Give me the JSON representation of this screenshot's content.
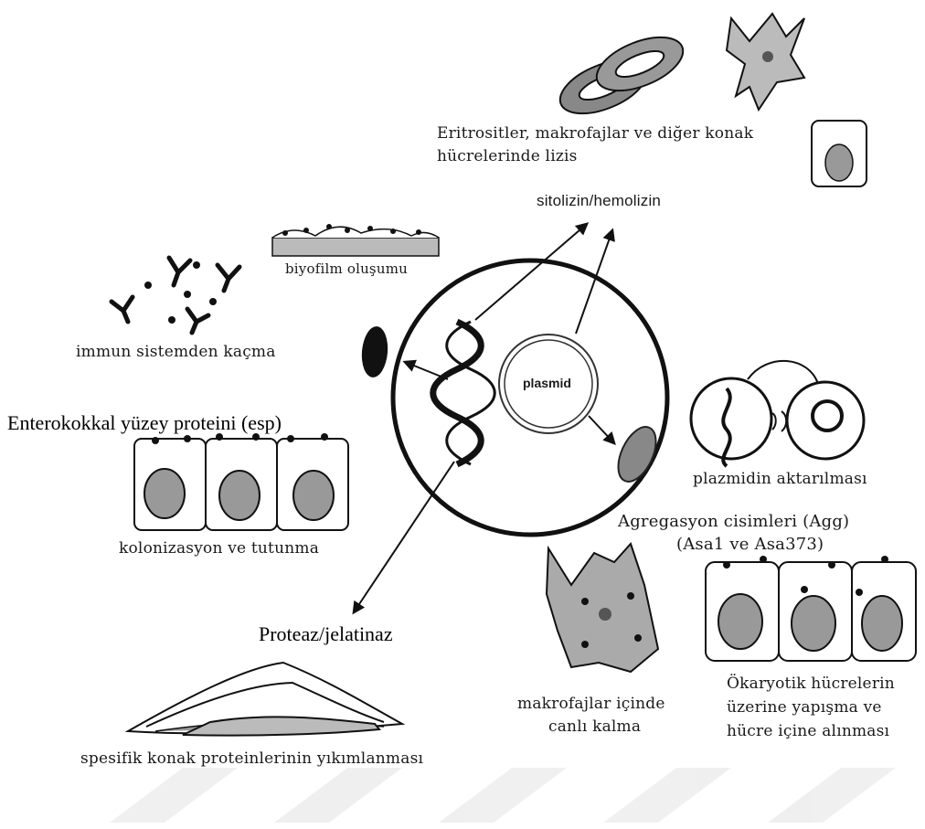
{
  "diagram": {
    "center": {
      "plasmid_label": "plasmid"
    },
    "labels": {
      "lysis_line1": "Eritrositler, makrofajlar ve diğer konak",
      "lysis_line2": "hücrelerinde lizis",
      "cytolysin": "sitolizin/hemolizin",
      "biofilm": "biyofilm oluşumu",
      "immune": "immun sistemden kaçma",
      "esp": "Enterokokkal yüzey proteini (esp)",
      "colonization": "kolonizasyon ve tutunma",
      "plasmid_transfer": "plazmidin aktarılması",
      "agg_line1": "Agregasyon cisimleri (Agg)",
      "agg_line2": "(Asa1 ve Asa373)",
      "protease": "Proteaz/jelatinaz",
      "degradation": "spesifik konak proteinlerinin yıkımlanması",
      "macro_line1": "makrofajlar içinde",
      "macro_line2": "canlı kalma",
      "euk_line1": "Ökaryotik hücrelerin",
      "euk_line2": "üzerine yapışma ve",
      "euk_line3": "hücre içine alınması"
    }
  }
}
